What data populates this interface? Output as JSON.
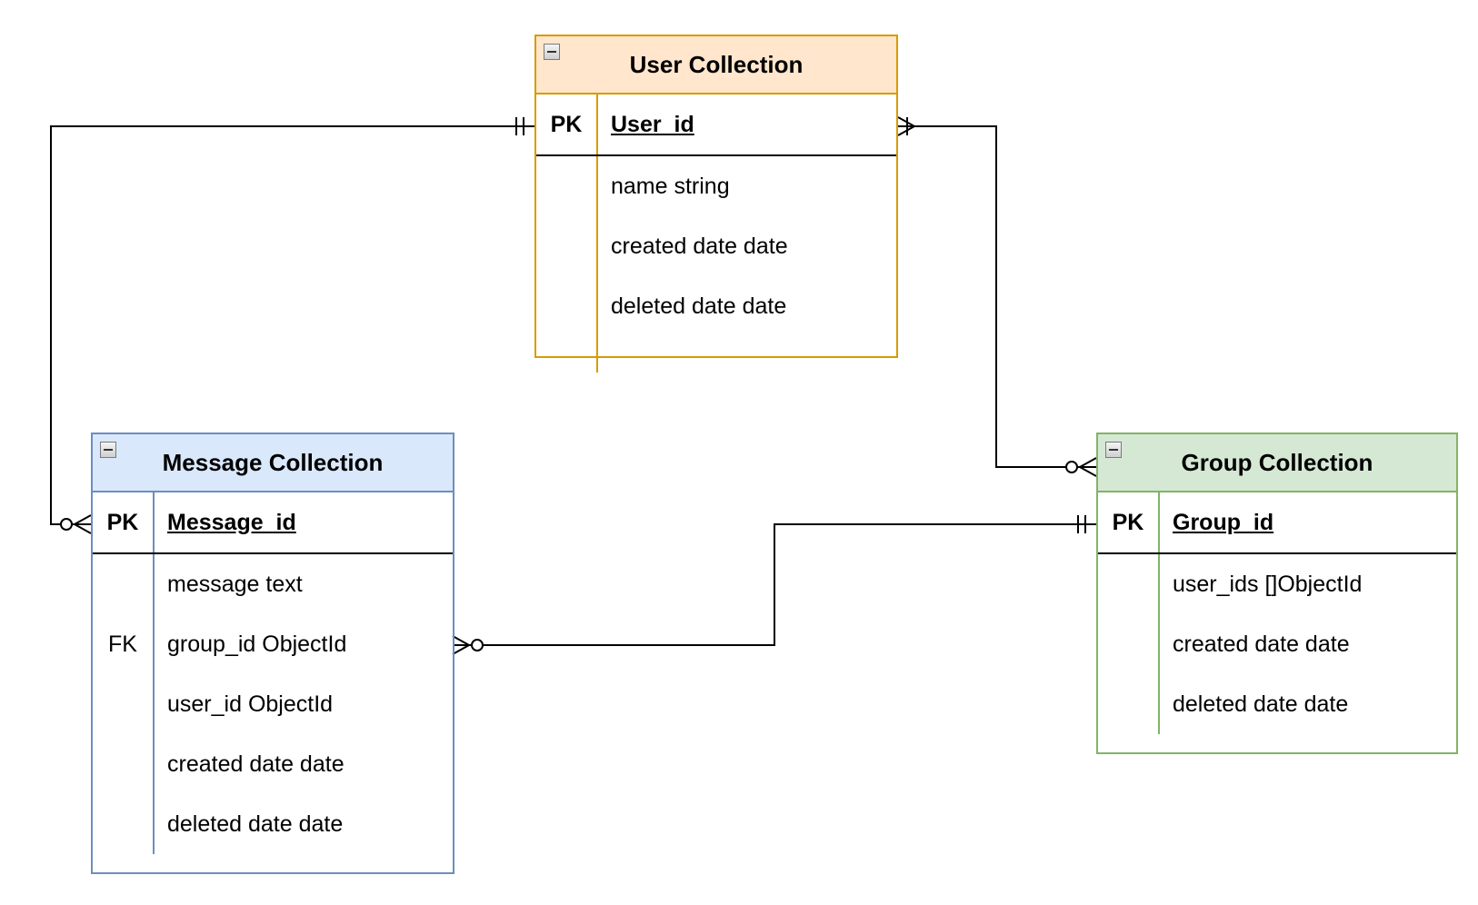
{
  "entities": {
    "user": {
      "title": "User Collection",
      "pk_key": "PK",
      "pk_field": "User_id",
      "rows": [
        {
          "key": "",
          "field": "name string"
        },
        {
          "key": "",
          "field": "created date date"
        },
        {
          "key": "",
          "field": "deleted date date"
        }
      ]
    },
    "message": {
      "title": "Message Collection",
      "pk_key": "PK",
      "pk_field": "Message_id",
      "rows": [
        {
          "key": "",
          "field": "message text"
        },
        {
          "key": "FK",
          "field": "group_id ObjectId"
        },
        {
          "key": "",
          "field": "user_id ObjectId"
        },
        {
          "key": "",
          "field": "created date date"
        },
        {
          "key": "",
          "field": "deleted date date"
        }
      ]
    },
    "group": {
      "title": "Group Collection",
      "pk_key": "PK",
      "pk_field": "Group_id",
      "rows": [
        {
          "key": "",
          "field": "user_ids []ObjectId"
        },
        {
          "key": "",
          "field": "created date date"
        },
        {
          "key": "",
          "field": "deleted date  date"
        }
      ]
    }
  },
  "colors": {
    "user_stroke": "#d79b00",
    "user_fill": "#ffe6cc",
    "message_stroke": "#6c8ebf",
    "message_fill": "#dae8fc",
    "group_stroke": "#82b366",
    "group_fill": "#d5e8d4",
    "edge": "#000000"
  },
  "relationships": [
    {
      "from": "user.User_id",
      "to": "message.Message_id",
      "from_end": "one-and-only-one",
      "to_end": "zero-or-many"
    },
    {
      "from": "user.User_id",
      "to": "group.Group_id",
      "from_end": "one-or-many",
      "to_end": "zero-or-many"
    },
    {
      "from": "group.Group_id",
      "to": "message.group_id",
      "from_end": "one-and-only-one",
      "to_end": "zero-or-many"
    }
  ]
}
